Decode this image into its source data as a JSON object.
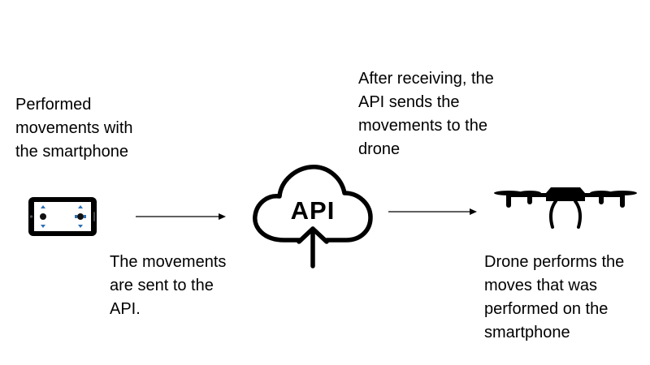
{
  "labels": {
    "phone": "Performed\nmovements with\nthe smartphone",
    "api_sends": "After receiving, the\nAPI sends the\nmovements to the\ndrone",
    "sent": "The movements\nare sent to the\nAPI.",
    "drone": "Drone performs the\nmoves that was\nperformed on the\nsmartphone"
  },
  "cloud": {
    "text": "API"
  },
  "icons": {
    "phone": "smartphone-icon",
    "cloud": "cloud-upload-icon",
    "drone": "drone-icon"
  },
  "colors": {
    "stroke": "#000000",
    "phone_accent": "#2a6fb5"
  }
}
